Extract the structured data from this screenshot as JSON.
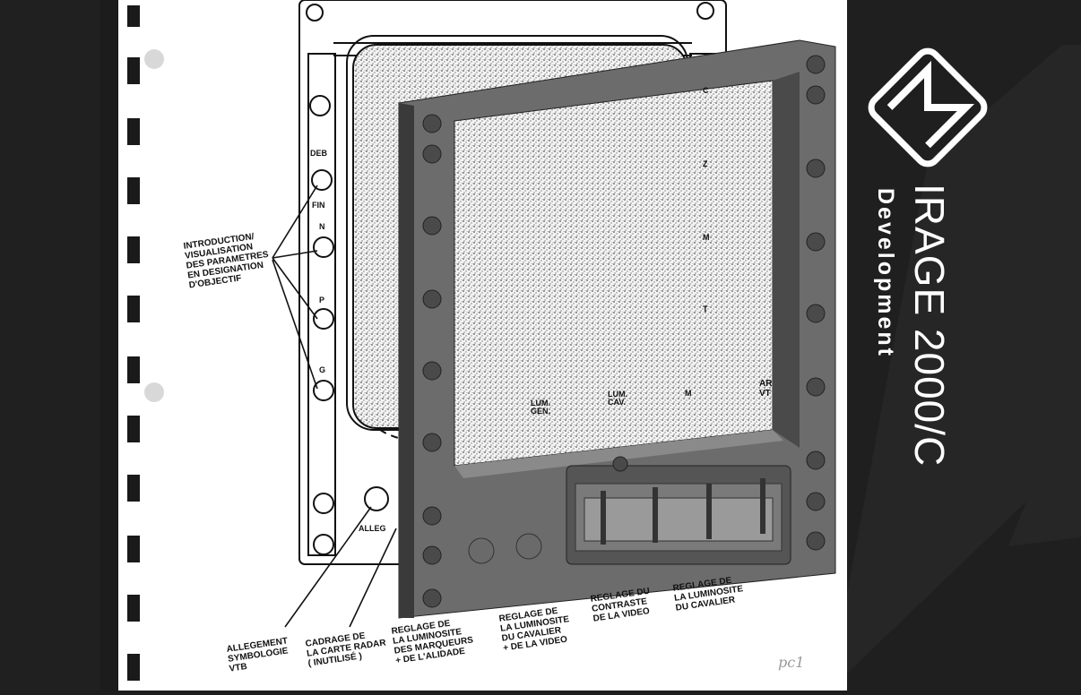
{
  "brand": {
    "logo_letters": "M2",
    "title": "IRAGE 2000/C",
    "subtitle": "Development",
    "colors": {
      "panel": "#1f1f1f",
      "text": "#ffffff"
    }
  },
  "diagram": {
    "callouts": {
      "introduction": "INTRODUCTION/\nVISUALISATION\nDES PARAMETRES\nEN DESIGNATION\nD'OBJECTIF",
      "allegement": "ALLEGEMENT\nSYMBOLOGIE\nVTB",
      "cadrage": "CADRAGE DE\nLA CARTE RADAR\n( Inutilisé )",
      "reglage_marqueurs": "REGLAGE DE\nLA LUMINOSITE\nDES MARQUEURS\n+ DE L'ALIDADE",
      "reglage_cavalier_video": "REGLAGE DE\nLA LUMINOSITE\nDU CAVALIER\n+ DE LA VIDEO",
      "reglage_contraste": "REGLAGE DU\nCONTRASTE\nDE LA VIDEO",
      "reglage_cavalier": "REGLAGE DE\nLA LUMINOSITE\nDU CAVALIER",
      "partial": "AR\nVT"
    },
    "left_buttons": [
      "DEB",
      "FIN",
      "N",
      "P",
      "G"
    ],
    "right_buttons": [
      "C",
      "Z",
      "M",
      "T",
      "M"
    ],
    "knob_labels": {
      "lum_gen": "LUM.\nGEN.",
      "lum_cav": "LUM.\nCAV.",
      "alleg": "ALLEG"
    },
    "page_note": "pc1"
  }
}
